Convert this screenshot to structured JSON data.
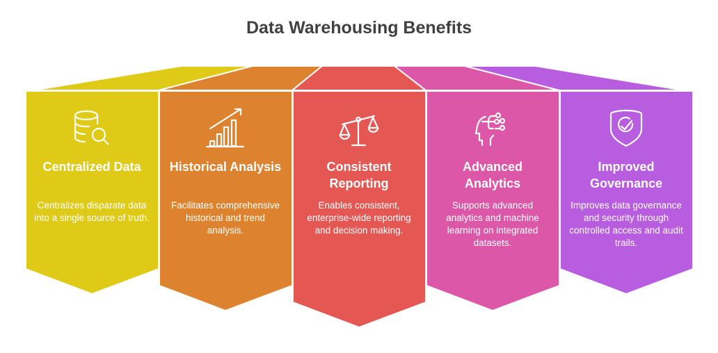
{
  "title": "Data Warehousing Benefits",
  "colors": [
    "#DFCB17",
    "#DD8330",
    "#E45753",
    "#DC57A7",
    "#B85DE0"
  ],
  "benefits": [
    {
      "title": "Centralized Data",
      "description": "Centralizes disparate data into a single source of truth.",
      "icon": "database-search-icon"
    },
    {
      "title": "Historical Analysis",
      "description": "Facilitates comprehensive historical and trend analysis.",
      "icon": "growth-chart-icon"
    },
    {
      "title": "Consistent Reporting",
      "description": "Enables consistent, enterprise-wide reporting and decision making.",
      "icon": "balance-scale-icon"
    },
    {
      "title": "Advanced Analytics",
      "description": "Supports advanced analytics and machine learning on integrated datasets.",
      "icon": "ai-head-icon"
    },
    {
      "title": "Improved Governance",
      "description": "Improves data governance and security through controlled access and audit trails.",
      "icon": "shield-check-icon"
    }
  ]
}
